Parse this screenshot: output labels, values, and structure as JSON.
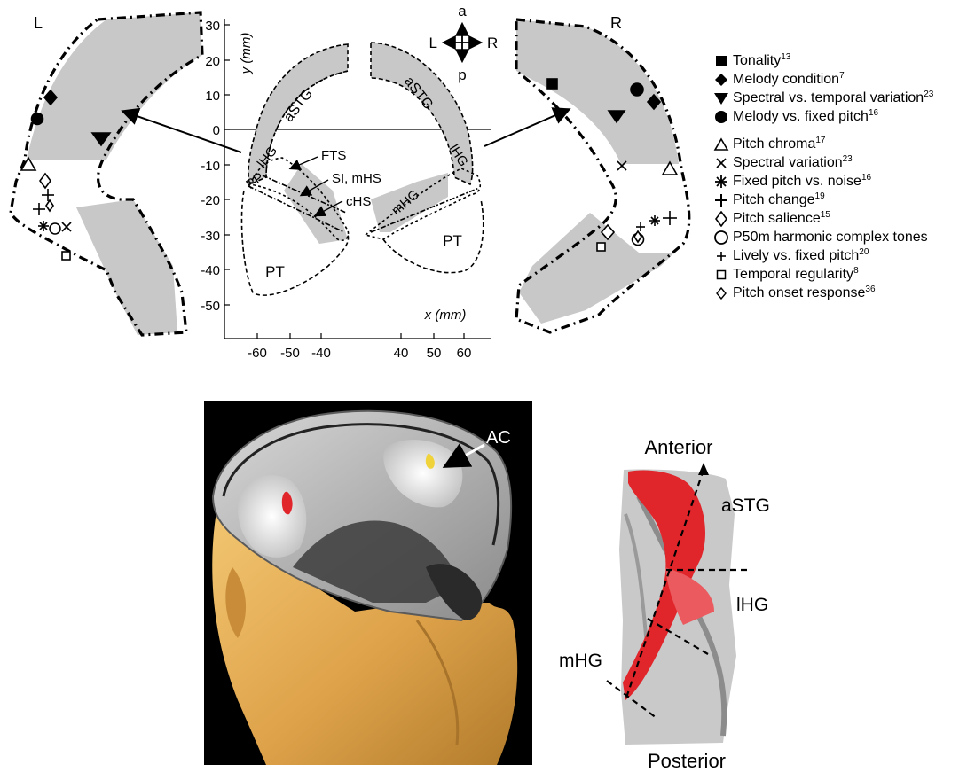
{
  "panel_top": {
    "hemisphere_left": "L",
    "hemisphere_right": "R",
    "orientation": {
      "anterior": "a",
      "posterior": "p",
      "left": "L",
      "right": "R"
    },
    "y_axis": {
      "label": "y (mm)",
      "ticks": [
        "30",
        "20",
        "10",
        "0",
        "-10",
        "-20",
        "-30",
        "-40",
        "-50"
      ]
    },
    "x_axis": {
      "label": "x (mm)",
      "ticks_left": [
        "-60",
        "-50",
        "-40"
      ],
      "ticks_right": [
        "40",
        "50",
        "60"
      ]
    },
    "regions": {
      "astg_left": "aSTG",
      "astg_right": "aSTG",
      "lhg_left": "lHG",
      "lhg_right": "lHG",
      "pp": "PP",
      "mhg_right": "mHG",
      "pt_left": "PT",
      "pt_right": "PT",
      "fts": "FTS",
      "si_mhs": "SI, mHS",
      "chs": "cHS"
    }
  },
  "legend": [
    {
      "symbol": "filled-square",
      "label": "Tonality",
      "ref": "13"
    },
    {
      "symbol": "filled-diamond",
      "label": "Melody condition",
      "ref": "7"
    },
    {
      "symbol": "filled-triangle-down",
      "label": "Spectral vs. temporal variation",
      "ref": "23"
    },
    {
      "symbol": "filled-circle",
      "label": "Melody vs. fixed pitch",
      "ref": "16"
    },
    {
      "symbol": "open-triangle-up",
      "label": "Pitch chroma",
      "ref": "17"
    },
    {
      "symbol": "cross-x",
      "label": "Spectral variation",
      "ref": "23"
    },
    {
      "symbol": "asterisk",
      "label": "Fixed pitch vs. noise",
      "ref": "16"
    },
    {
      "symbol": "plus-large",
      "label": "Pitch change",
      "ref": "19"
    },
    {
      "symbol": "open-diamond",
      "label": "Pitch salience",
      "ref": "15"
    },
    {
      "symbol": "open-circle",
      "label": "P50m harmonic complex tones",
      "ref": ""
    },
    {
      "symbol": "plus-small",
      "label": "Lively vs. fixed pitch",
      "ref": "20"
    },
    {
      "symbol": "open-square-small",
      "label": "Temporal regularity",
      "ref": "8"
    },
    {
      "symbol": "open-diamond-small",
      "label": "Pitch onset response",
      "ref": "36"
    }
  ],
  "panel_bottom_left": {
    "callout": "AC"
  },
  "panel_bottom_right": {
    "anterior": "Anterior",
    "posterior": "Posterior",
    "astg": "aSTG",
    "lhg": "lHG",
    "mhg": "mHG"
  },
  "colors": {
    "shade": "#c8c8c8",
    "brain_red": "#e0252b",
    "skin": "#e2ad52",
    "head_bg": "#000000",
    "marker_yellow": "#f0d23a"
  }
}
